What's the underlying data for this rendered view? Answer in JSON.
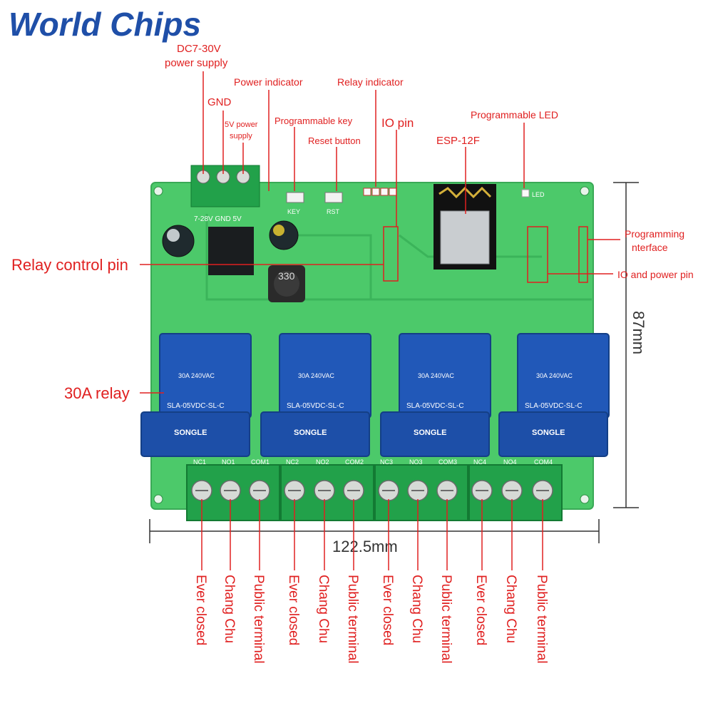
{
  "brand": {
    "logo_text": "World Chips",
    "w_color": "#1f4fa8",
    "rest_color": "#3a6fd1"
  },
  "board": {
    "pcb_color": "#4cc96a",
    "relay_color": "#2158b8",
    "terminal_color": "#22a14a",
    "silk": {
      "power_terminal": "7-28V GND 5V",
      "key": "KEY",
      "rst": "RST",
      "inductor": "330",
      "led": "LED"
    },
    "module_label": "ESP-12F",
    "relay": {
      "brand": "SONGLE",
      "model": "SLA-05VDC-SL-C",
      "rating": "30A 240VAC"
    },
    "terminal_groups": [
      [
        "NC1",
        "NO1",
        "COM1"
      ],
      [
        "NC2",
        "NO2",
        "COM2"
      ],
      [
        "NC3",
        "NO3",
        "COM3"
      ],
      [
        "NC4",
        "NO4",
        "COM4"
      ]
    ]
  },
  "annotations": {
    "color": "#e02020",
    "dc_supply_1": "DC7-30V",
    "dc_supply_2": "power supply",
    "gnd": "GND",
    "five_v_1": "5V power",
    "five_v_2": "supply",
    "power_indicator": "Power indicator",
    "relay_indicator": "Relay indicator",
    "programmable_key": "Programmable key",
    "reset_button": "Reset button",
    "io_pin": "IO pin",
    "esp12f": "ESP-12F",
    "programmable_led": "Programmable LED",
    "programming_interface_1": "Programming",
    "programming_interface_2": "nterface",
    "io_power_pin": "IO and power pin",
    "relay_control_pin": "Relay control pin",
    "relay_30a": "30A relay"
  },
  "dimensions": {
    "width": "122.5mm",
    "height": "87mm"
  },
  "terminal_labels": [
    "Ever closed",
    "Chang Chu",
    "Public terminal",
    "Ever closed",
    "Chang Chu",
    "Public terminal",
    "Ever closed",
    "Chang Chu",
    "Public terminal",
    "Ever closed",
    "Chang Chu",
    "Public terminal"
  ]
}
